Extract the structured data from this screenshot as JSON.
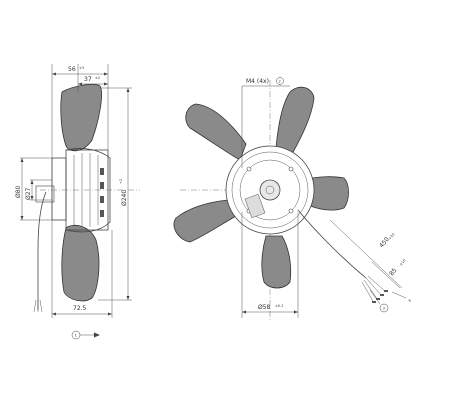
{
  "side_view": {
    "dim_top_outer": "56",
    "dim_top_outer_tol": "±3",
    "dim_top_inner": "37",
    "dim_top_inner_tol": "±2",
    "dim_bottom": "72.5",
    "dia_left_outer": "Ø80",
    "dia_left_inner": "Ø27",
    "dia_right": "Ø240",
    "dia_right_tol": "+2"
  },
  "front_view": {
    "thread_label": "M4 (4x)",
    "thread_ref": "2",
    "hole_dia": "Ø58",
    "hole_dia_tol": "±0.2",
    "cable_length": "450",
    "cable_length_tol": "+20",
    "strip_length": "85",
    "strip_length_tol": "±10",
    "wire_end": "6",
    "cable_ref": "3"
  },
  "airflow_ref": "1"
}
